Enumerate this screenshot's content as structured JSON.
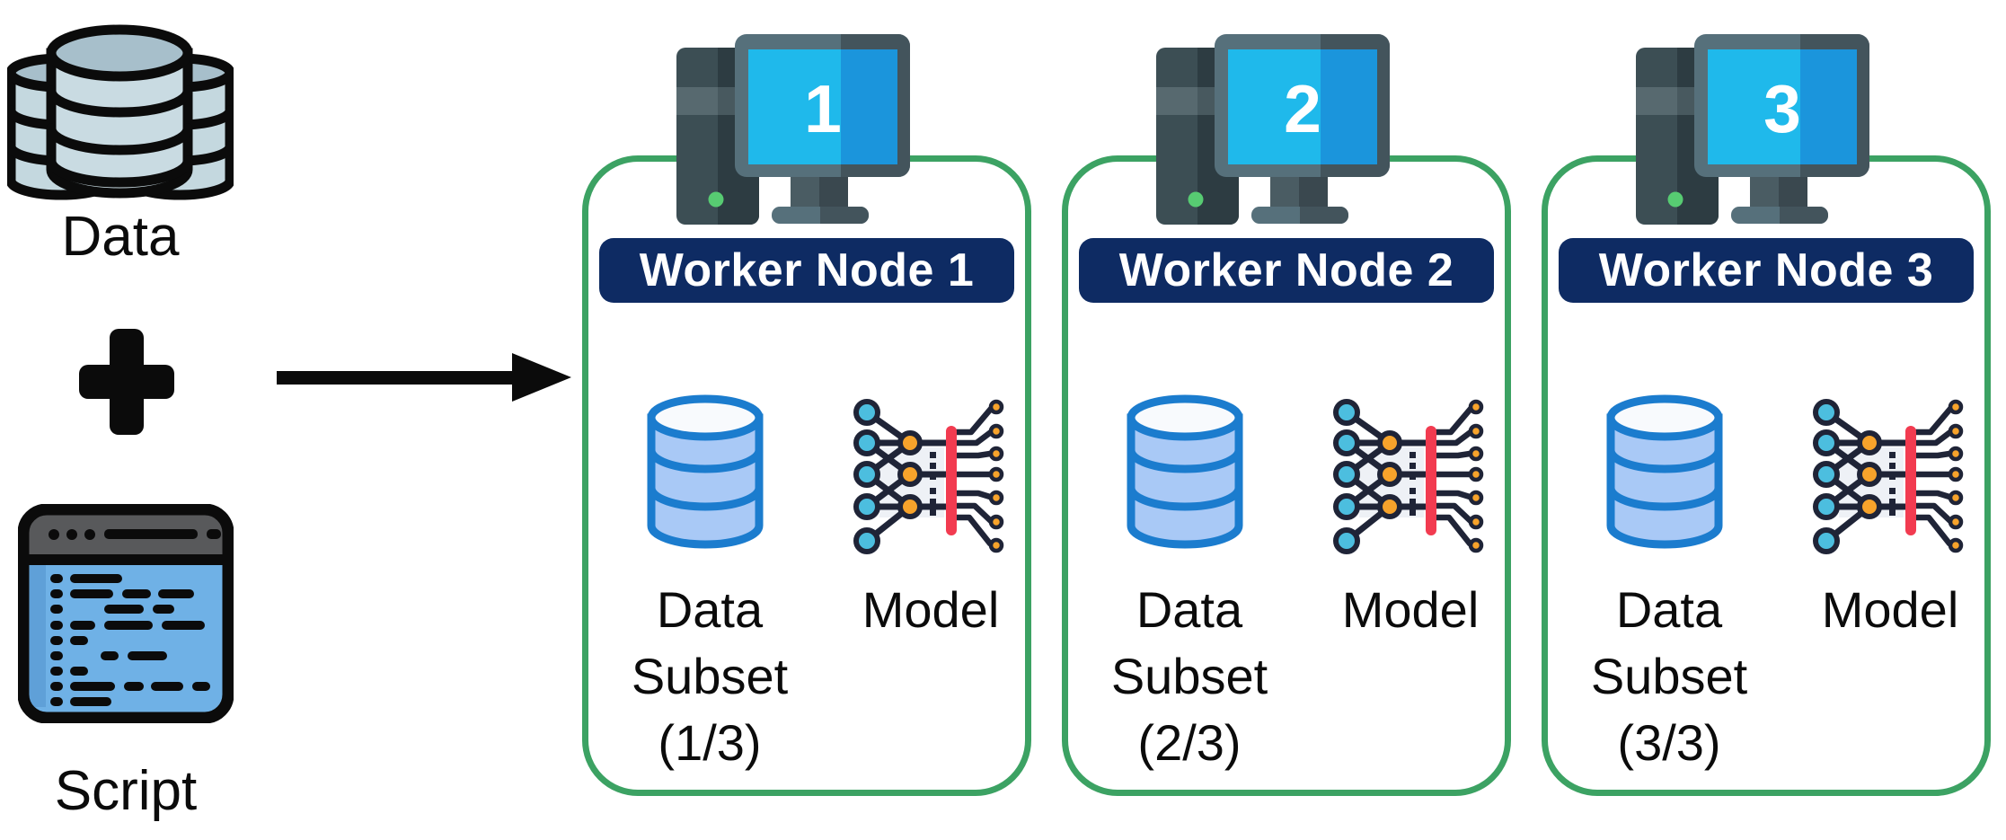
{
  "left_panel": {
    "data_label": "Data",
    "plus_symbol": "+",
    "script_label": "Script"
  },
  "workers": [
    {
      "screen_number": "1",
      "title": "Worker Node 1",
      "subset_line1": "Data",
      "subset_line2": "Subset",
      "subset_line3": "(1/3)",
      "model_label": "Model"
    },
    {
      "screen_number": "2",
      "title": "Worker Node 2",
      "subset_line1": "Data",
      "subset_line2": "Subset",
      "subset_line3": "(2/3)",
      "model_label": "Model"
    },
    {
      "screen_number": "3",
      "title": "Worker Node 3",
      "subset_line1": "Data",
      "subset_line2": "Subset",
      "subset_line3": "(3/3)",
      "model_label": "Model"
    }
  ],
  "icons": {
    "left_data": "database-stack-icon",
    "left_script": "script-window-icon",
    "plus": "plus-icon",
    "flow": "arrow-right-icon",
    "worker_machine": "computer-icon",
    "worker_data": "database-icon",
    "worker_model": "neural-network-icon"
  },
  "colors": {
    "worker_border_green": "#3ca263",
    "worker_banner_navy": "#0e2b63",
    "screen_blue_left": "#1fb9eb",
    "screen_blue_right": "#1b95dc",
    "monitor_frame_light": "#56707b",
    "monitor_frame_dark": "#43545c",
    "tower_light": "#3c4e54",
    "tower_dark": "#2d3c42",
    "power_led_green": "#57cb72",
    "db_outline_blue": "#1b7cce",
    "db_fill_blue": "#a9c9f6",
    "db_top_white": "#f8fafd",
    "model_node_cyan": "#4cbedf",
    "model_node_orange": "#f7a32b",
    "model_bar_red": "#f23b50",
    "model_stroke_dark": "#1f2437",
    "script_titlebar_gray": "#58595b",
    "script_body_blue": "#6fb1e6",
    "data_stack_fill": "#c4d8df",
    "text_black": "#0b0b0b"
  }
}
